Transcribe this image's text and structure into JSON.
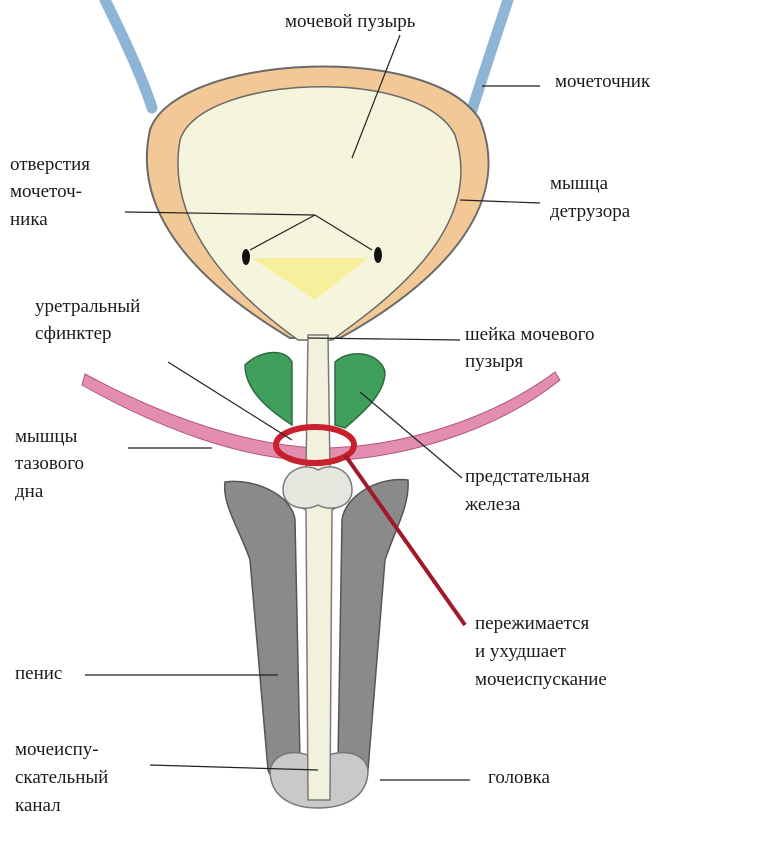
{
  "labels": {
    "bladder": "мочевой пузырь",
    "ureter": "мочеточник",
    "ureter_openings_1": "отверстия",
    "ureter_openings_2": "мочеточ-",
    "ureter_openings_3": "ника",
    "detrusor_1": "мышца",
    "detrusor_2": "детрузора",
    "sphincter_1": "уретральный",
    "sphincter_2": "сфинктер",
    "bladder_neck_1": "шейка мочевого",
    "bladder_neck_2": "пузыря",
    "pelvic_floor_1": "мышцы",
    "pelvic_floor_2": "тазового",
    "pelvic_floor_3": "дна",
    "prostate_1": "предстательная",
    "prostate_2": "железа",
    "compressed_1": "пережимается",
    "compressed_2": "и ухудшает",
    "compressed_3": "мочеиспускание",
    "penis": "пенис",
    "urethra_1": "мочеиспу-",
    "urethra_2": "скательный",
    "urethra_3": "канал",
    "glans": "головка"
  },
  "colors": {
    "detrusor": "#f2c896",
    "bladder_lumen": "#f5f4dc",
    "trigone": "#f7ef9c",
    "ureter": "#8fb5d6",
    "prostate": "#3fa05e",
    "pelvic_floor": "#e38db0",
    "corpora": "#8a8a8a",
    "highlight": "#c8202c",
    "leader": "#222222"
  }
}
